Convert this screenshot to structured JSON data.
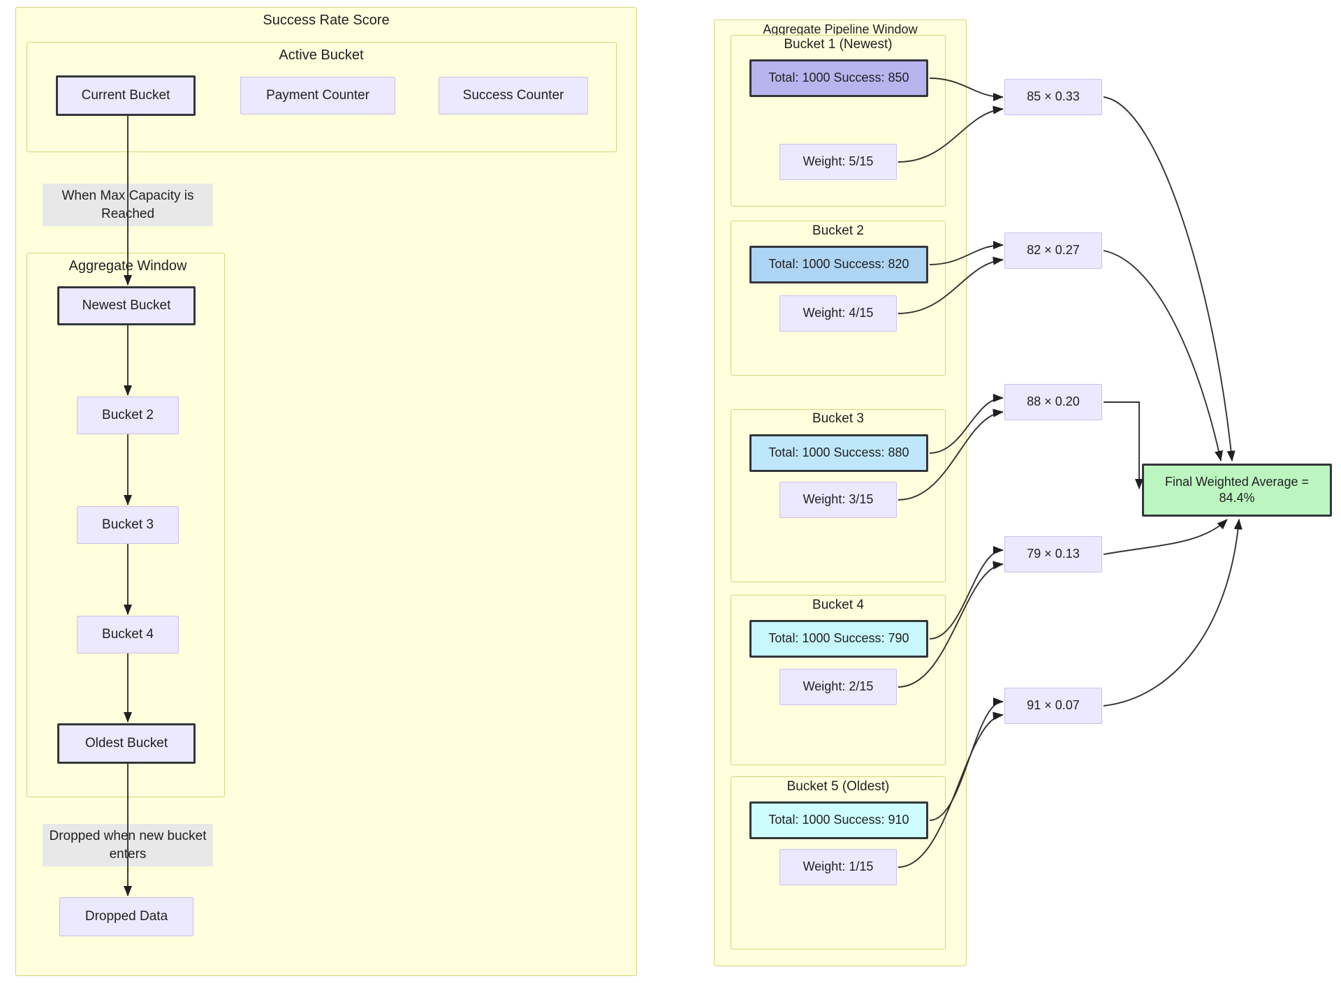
{
  "left_panel": {
    "title": "Success Rate Score",
    "active_bucket": {
      "title": "Active Bucket",
      "nodes": [
        {
          "label": "Current Bucket"
        },
        {
          "label": "Payment Counter"
        },
        {
          "label": "Success Counter"
        }
      ]
    },
    "edge_label_1": "When Max Capacity is Reached",
    "aggregate_window": {
      "title": "Aggregate Window",
      "nodes": [
        {
          "label": "Newest Bucket"
        },
        {
          "label": "Bucket 2"
        },
        {
          "label": "Bucket 3"
        },
        {
          "label": "Bucket 4"
        },
        {
          "label": "Oldest Bucket"
        }
      ]
    },
    "edge_label_2": "Dropped when new bucket enters",
    "dropped_node": {
      "label": "Dropped Data"
    }
  },
  "right_panel": {
    "title": "Aggregate Pipeline Window",
    "buckets": [
      {
        "title": "Bucket 1 (Newest)",
        "stats": "Total: 1000 Success: 850",
        "weight": "Weight: 5/15",
        "product": "85 × 0.33",
        "color": "#b8b4ee"
      },
      {
        "title": "Bucket 2",
        "stats": "Total: 1000 Success: 820",
        "weight": "Weight: 4/15",
        "product": "82 × 0.27",
        "color": "#aed4f4"
      },
      {
        "title": "Bucket 3",
        "stats": "Total: 1000 Success: 880",
        "weight": "Weight: 3/15",
        "product": "88 × 0.20",
        "color": "#bfe7fb"
      },
      {
        "title": "Bucket 4",
        "stats": "Total: 1000 Success: 790",
        "weight": "Weight: 2/15",
        "product": "79 × 0.13",
        "color": "#c7f8fb"
      },
      {
        "title": "Bucket 5 (Oldest)",
        "stats": "Total: 1000 Success: 910",
        "weight": "Weight: 1/15",
        "product": "91 × 0.07",
        "color": "#cdfdfd"
      }
    ],
    "final": {
      "label": "Final Weighted Average = 84.4%"
    }
  },
  "theme": {
    "cluster_fill": "#ffffdd",
    "cluster_stroke": "#d4d47c",
    "node_lavender": "#ece8fd",
    "node_lavender_stroke": "#ccc0f0",
    "node_border_dark": "#32373b",
    "final_green": "#bcf5c0",
    "edge_label_bg": "#e8e8e8",
    "edge_stroke": "#33332e",
    "text": "#1f2020"
  }
}
